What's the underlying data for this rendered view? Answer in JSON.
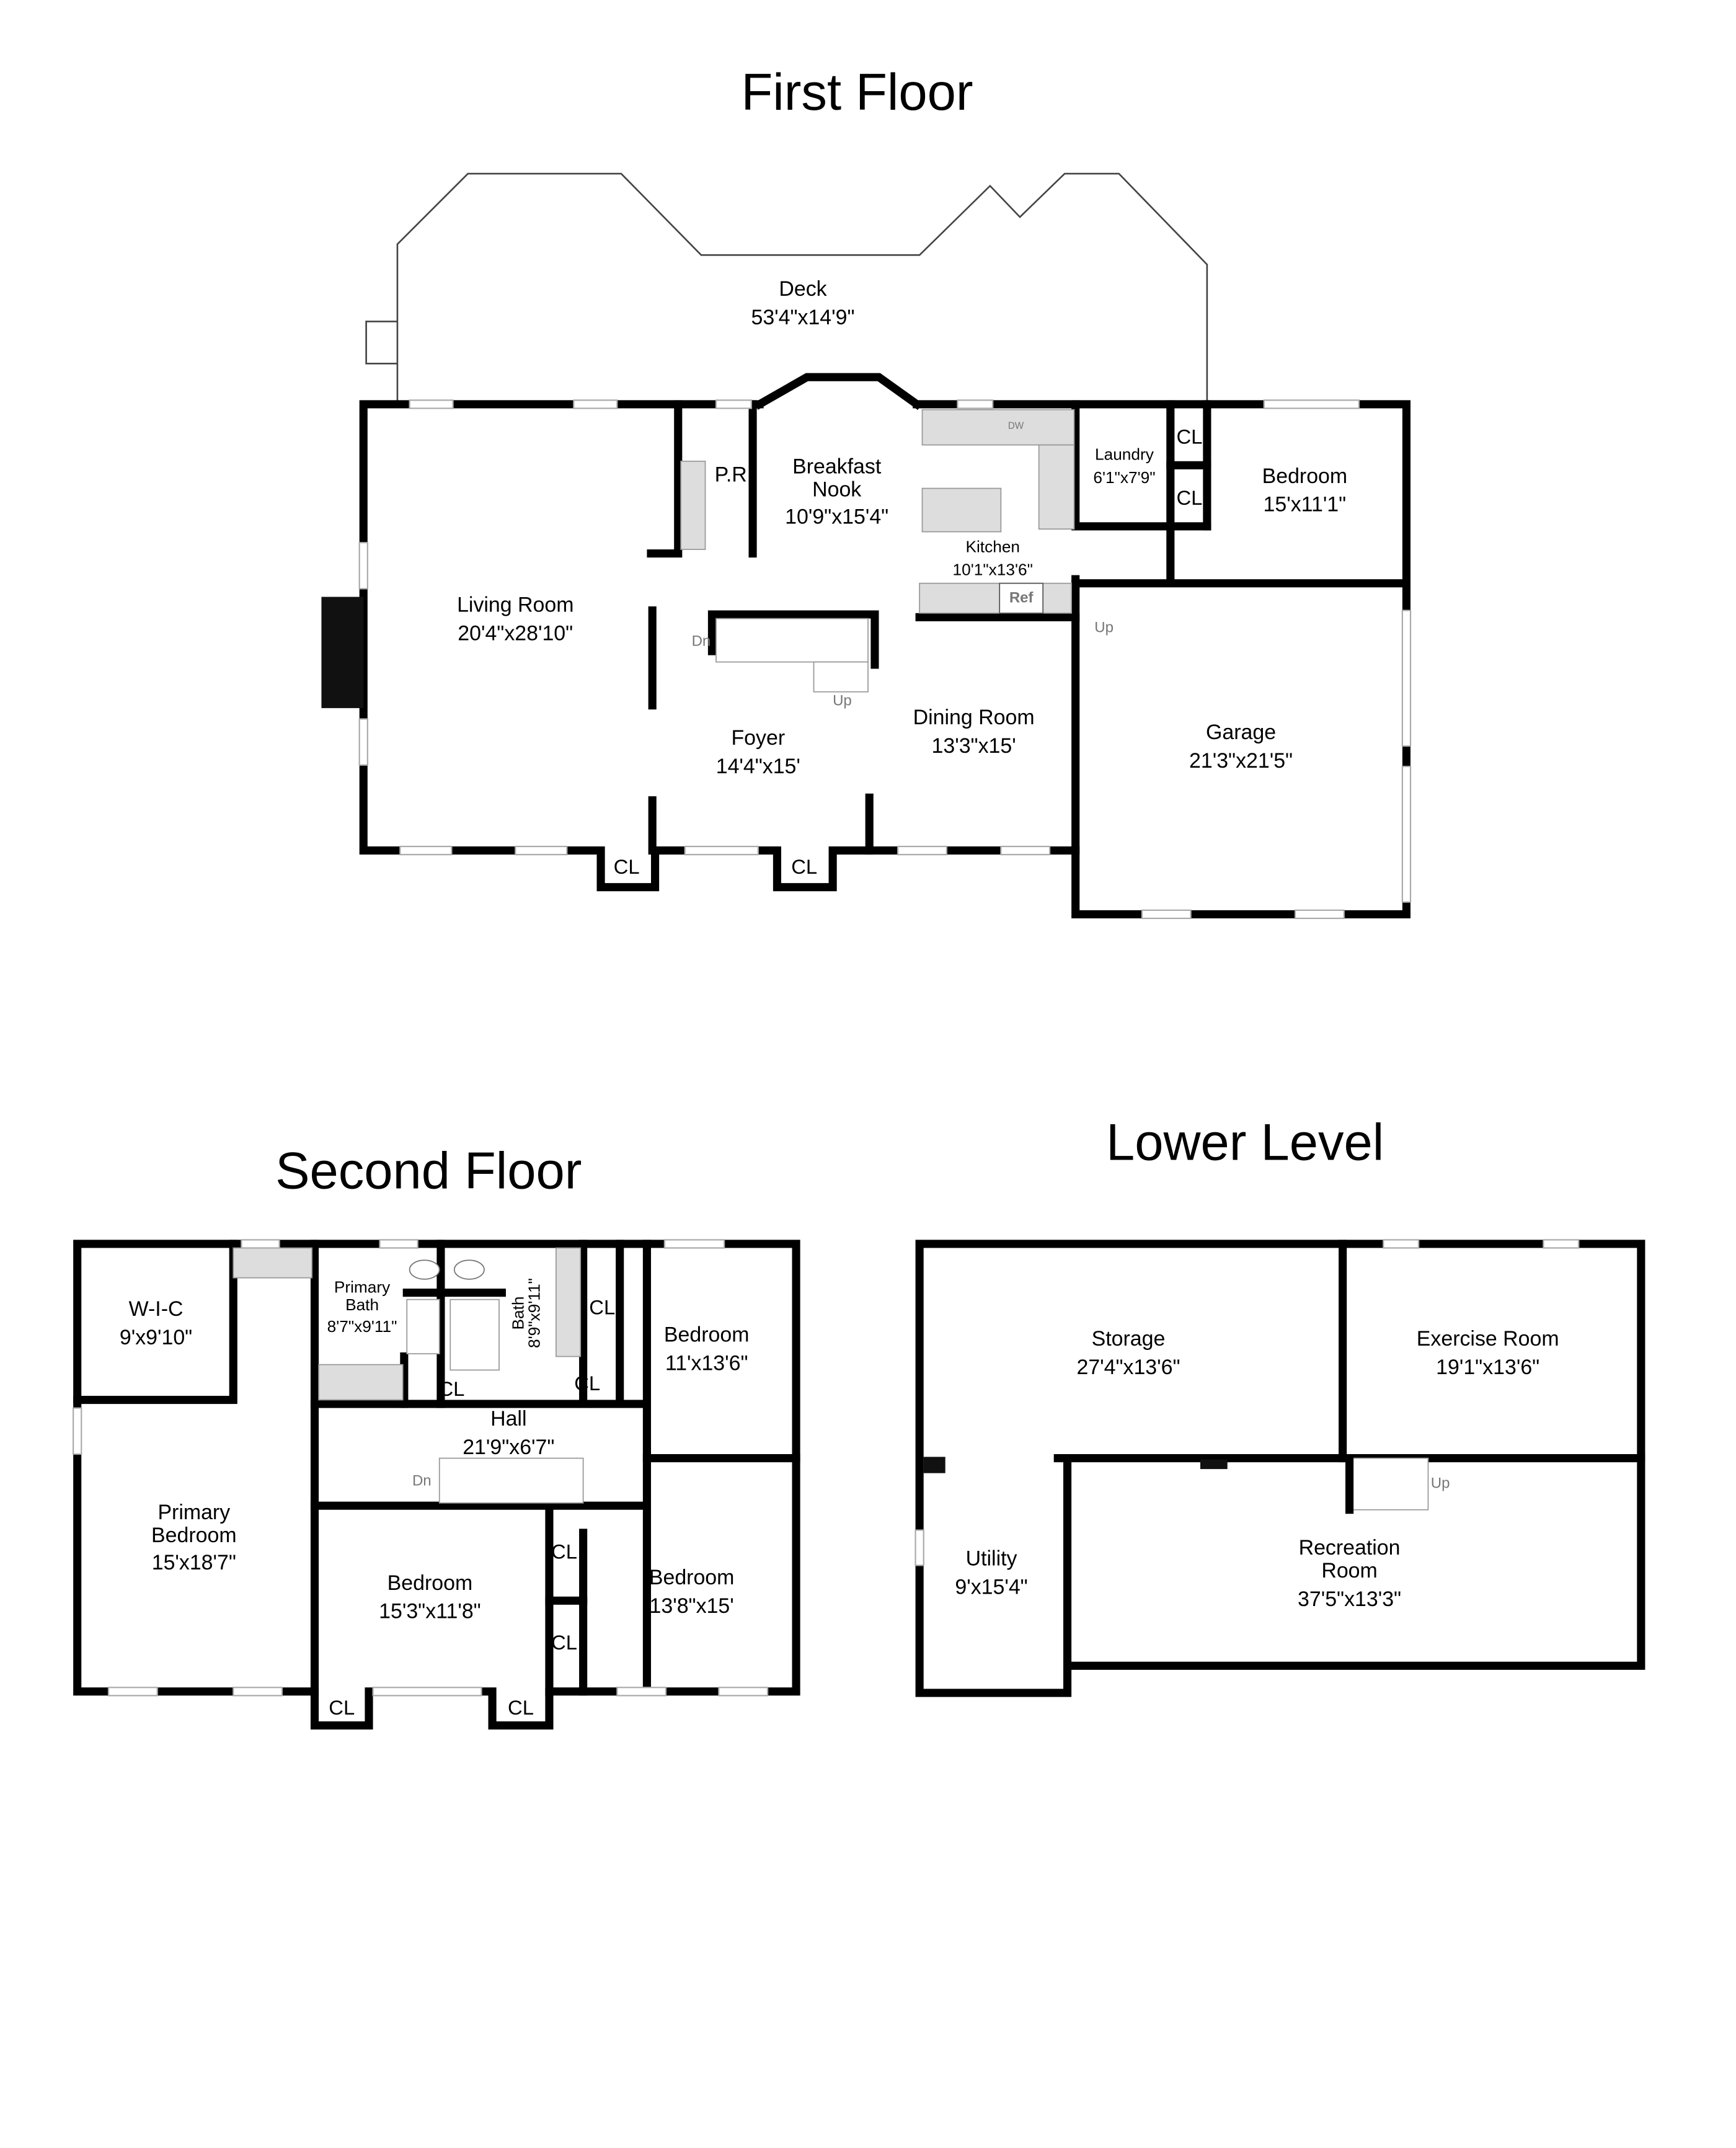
{
  "titles": {
    "first": "First Floor",
    "second": "Second Floor",
    "lower": "Lower Level"
  },
  "first_floor": {
    "deck": {
      "name": "Deck",
      "dim": "53'4\"x14'9\""
    },
    "living": {
      "name": "Living Room",
      "dim": "20'4\"x28'10\""
    },
    "pr": {
      "name": "P.R."
    },
    "nook": {
      "name1": "Breakfast",
      "name2": "Nook",
      "dim": "10'9\"x15'4\""
    },
    "kitchen": {
      "name": "Kitchen",
      "dim": "10'1\"x13'6\"",
      "dw": "DW",
      "ref": "Ref"
    },
    "laundry": {
      "name": "Laundry",
      "dim": "6'1\"x7'9\""
    },
    "bedroom": {
      "name": "Bedroom",
      "dim": "15'x11'1\""
    },
    "foyer": {
      "name": "Foyer",
      "dim": "14'4\"x15'"
    },
    "dining": {
      "name": "Dining Room",
      "dim": "13'3\"x15'"
    },
    "garage": {
      "name": "Garage",
      "dim": "21'3\"x21'5\""
    },
    "closet": "CL",
    "stair_dn": "Dn",
    "stair_up": "Up"
  },
  "second_floor": {
    "wic": {
      "name": "W-I-C",
      "dim": "9'x9'10\""
    },
    "primary_bath": {
      "name1": "Primary",
      "name2": "Bath",
      "dim": "8'7\"x9'11\""
    },
    "bath": {
      "name": "Bath",
      "dim": "8'9\"x9'11\""
    },
    "bedroom_ne": {
      "name": "Bedroom",
      "dim": "11'x13'6\""
    },
    "hall": {
      "name": "Hall",
      "dim": "21'9\"x6'7\""
    },
    "primary_bedroom": {
      "name1": "Primary",
      "name2": "Bedroom",
      "dim": "15'x18'7\""
    },
    "bedroom_s": {
      "name": "Bedroom",
      "dim": "15'3\"x11'8\""
    },
    "bedroom_se": {
      "name": "Bedroom",
      "dim": "13'8\"x15'"
    },
    "closet": "CL",
    "stair_dn": "Dn"
  },
  "lower_level": {
    "storage": {
      "name": "Storage",
      "dim": "27'4\"x13'6\""
    },
    "exercise": {
      "name": "Exercise Room",
      "dim": "19'1\"x13'6\""
    },
    "utility": {
      "name": "Utility",
      "dim": "9'x15'4\""
    },
    "recreation": {
      "name1": "Recreation",
      "name2": "Room",
      "dim": "37'5\"x13'3\""
    },
    "stair_up": "Up"
  }
}
